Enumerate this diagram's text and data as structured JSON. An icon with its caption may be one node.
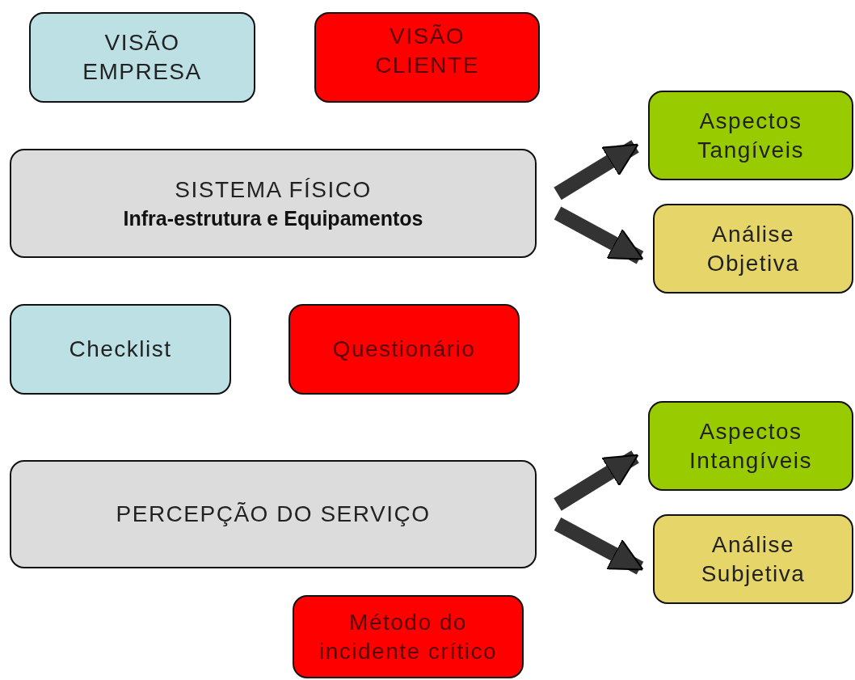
{
  "diagram": {
    "nodes": [
      {
        "text": [
          "VISÃO EMPRESA"
        ]
      },
      {
        "text": [
          "VISÃO CLIENTE"
        ]
      },
      {
        "text": [
          "SISTEMA FÍSICO",
          "Infra-estrutura e Equipamentos"
        ]
      },
      {
        "text": [
          "Aspectos Tangíveis"
        ]
      },
      {
        "text": [
          "Análise Objetiva"
        ]
      },
      {
        "text": [
          "Checklist"
        ]
      },
      {
        "text": [
          "Questionário"
        ]
      },
      {
        "text": [
          "Aspectos Intangíveis"
        ]
      },
      {
        "text": [
          "Análise Subjetiva"
        ]
      },
      {
        "text": [
          "PERCEPÇÃO DO SERVIÇO"
        ]
      },
      {
        "text": [
          "Método do incidente crítico"
        ]
      }
    ],
    "edges": [
      {
        "from": 2,
        "to": 3,
        "arrow": "to"
      },
      {
        "from": 2,
        "to": 4,
        "arrow": "to"
      },
      {
        "from": 9,
        "to": 7,
        "arrow": "to"
      },
      {
        "from": 9,
        "to": 8,
        "arrow": "to"
      }
    ]
  }
}
